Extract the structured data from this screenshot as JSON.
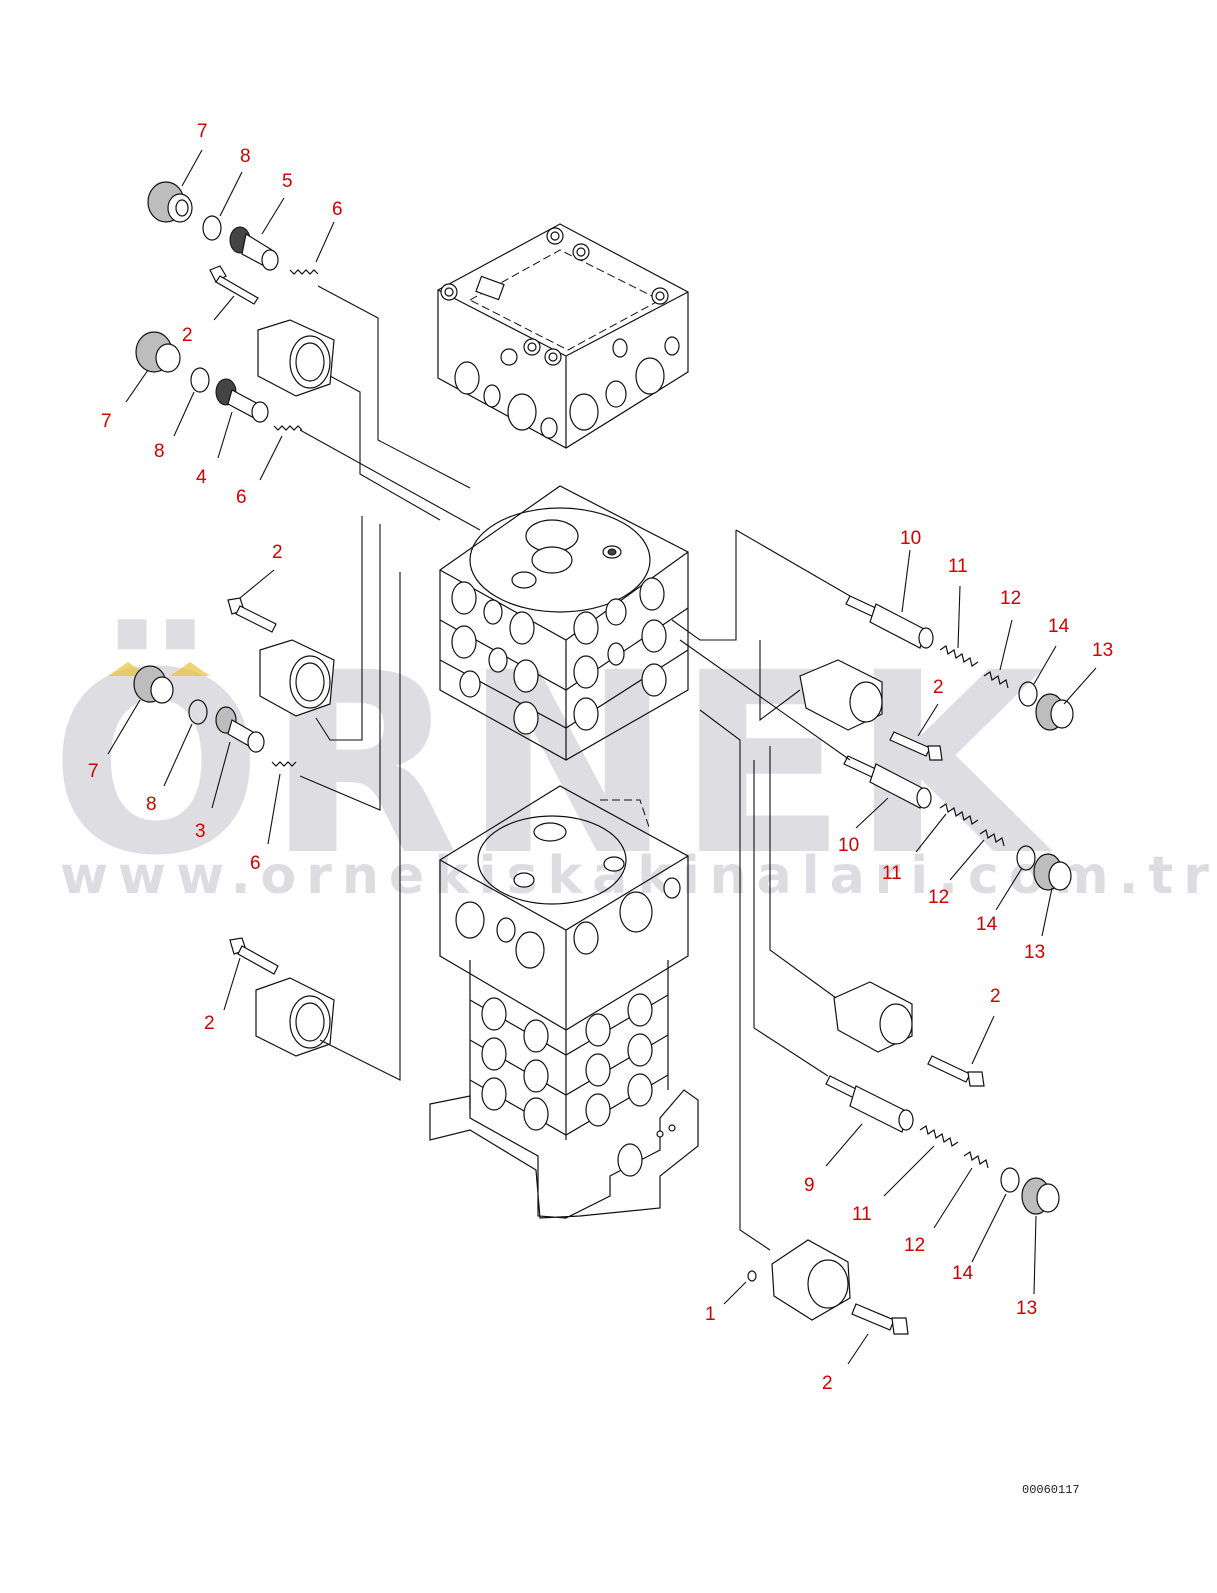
{
  "watermark": {
    "brand": "ÖRNEK",
    "url": "www.ornekiskakinalari.com.tr"
  },
  "drawing_code": "00060117",
  "callouts": [
    {
      "id": "c7a",
      "text": "7"
    },
    {
      "id": "c8a",
      "text": "8"
    },
    {
      "id": "c5",
      "text": "5"
    },
    {
      "id": "c6a",
      "text": "6"
    },
    {
      "id": "c2a",
      "text": "2"
    },
    {
      "id": "c7b",
      "text": "7"
    },
    {
      "id": "c8b",
      "text": "8"
    },
    {
      "id": "c4",
      "text": "4"
    },
    {
      "id": "c6b",
      "text": "6"
    },
    {
      "id": "c2b",
      "text": "2"
    },
    {
      "id": "c7c",
      "text": "7"
    },
    {
      "id": "c8c",
      "text": "8"
    },
    {
      "id": "c3",
      "text": "3"
    },
    {
      "id": "c6c",
      "text": "6"
    },
    {
      "id": "c2c",
      "text": "2"
    },
    {
      "id": "c10a",
      "text": "10"
    },
    {
      "id": "c11a",
      "text": "11"
    },
    {
      "id": "c12a",
      "text": "12"
    },
    {
      "id": "c14a",
      "text": "14"
    },
    {
      "id": "c13a",
      "text": "13"
    },
    {
      "id": "c2d",
      "text": "2"
    },
    {
      "id": "c10b",
      "text": "10"
    },
    {
      "id": "c11b",
      "text": "11"
    },
    {
      "id": "c12b",
      "text": "12"
    },
    {
      "id": "c14b",
      "text": "14"
    },
    {
      "id": "c13b",
      "text": "13"
    },
    {
      "id": "c2e",
      "text": "2"
    },
    {
      "id": "c9",
      "text": "9"
    },
    {
      "id": "c11c",
      "text": "11"
    },
    {
      "id": "c12c",
      "text": "12"
    },
    {
      "id": "c14c",
      "text": "14"
    },
    {
      "id": "c13c",
      "text": "13"
    },
    {
      "id": "c1",
      "text": "1"
    },
    {
      "id": "c2f",
      "text": "2"
    }
  ],
  "colors": {
    "callout": "#d40000",
    "line": "#111111",
    "watermark": "#d9d9de",
    "watermark_accent": "#e8c23a"
  }
}
